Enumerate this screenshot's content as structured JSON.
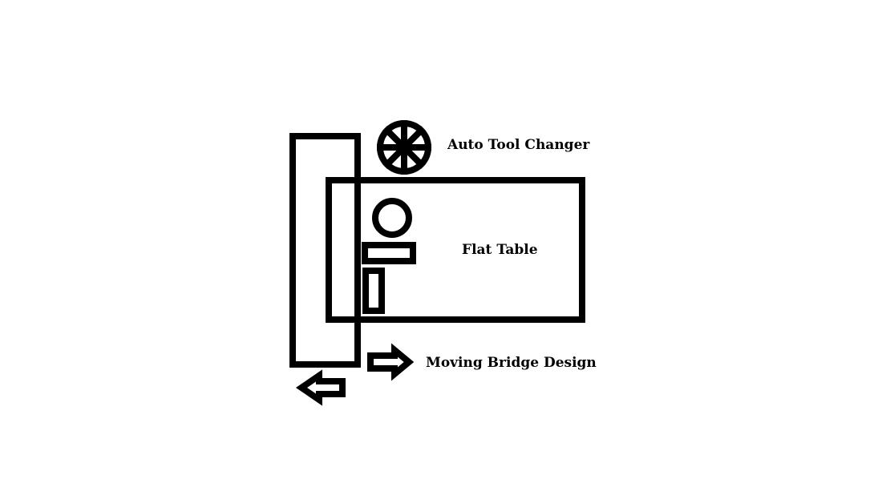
{
  "labels": {
    "tool_changer": "Auto Tool Changer",
    "flat_table": "Flat Table",
    "moving_bridge": "Moving Bridge Design"
  },
  "colors": {
    "stroke": "#000000",
    "background": "#ffffff"
  }
}
